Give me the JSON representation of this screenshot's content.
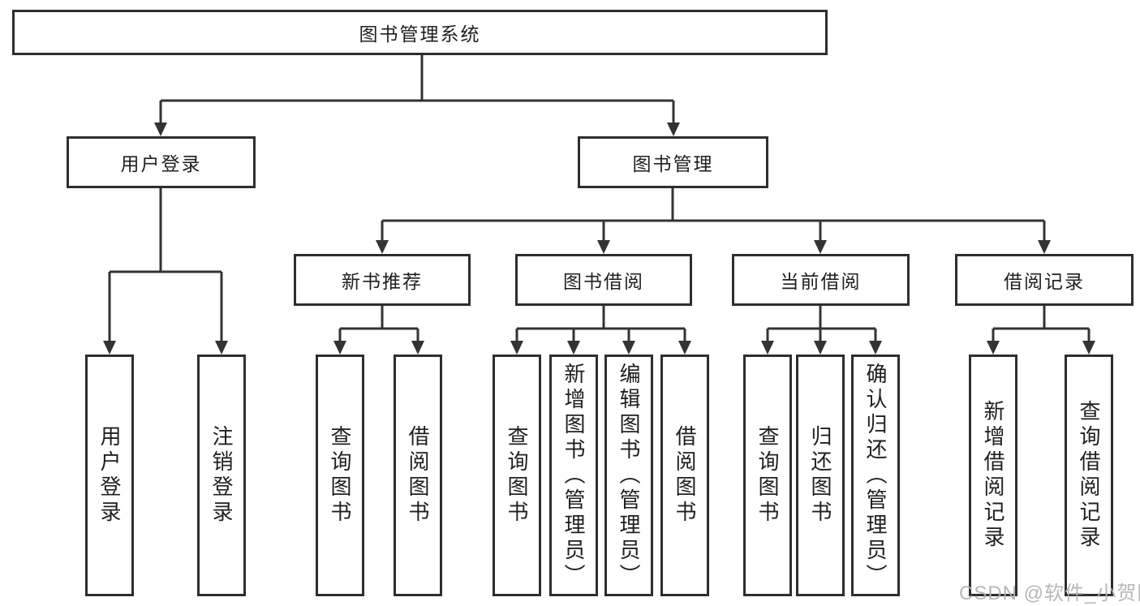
{
  "diagram": {
    "root": {
      "label": "图书管理系统"
    },
    "user_login": {
      "label": "用户登录",
      "children": [
        "用户登录",
        "注销登录"
      ]
    },
    "book_management": {
      "label": "图书管理",
      "children": [
        {
          "label": "新书推荐",
          "children": [
            "查询图书",
            "借阅图书"
          ]
        },
        {
          "label": "图书借阅",
          "children": [
            "查询图书",
            "新增图书（管理员）",
            "编辑图书（管理员）",
            "借阅图书"
          ]
        },
        {
          "label": "当前借阅",
          "children": [
            "查询图书",
            "归还图书",
            "确认归还（管理员）"
          ]
        },
        {
          "label": "借阅记录",
          "children": [
            "新增借阅记录",
            "查询借阅记录"
          ]
        }
      ]
    },
    "watermark": "CSDN @软件_小贺同学",
    "colors": {
      "background": "#ffffff",
      "line": "#333333",
      "border": "#2e2e2e",
      "text": "#1f1f1f",
      "watermark": "#b0b0b0"
    }
  }
}
